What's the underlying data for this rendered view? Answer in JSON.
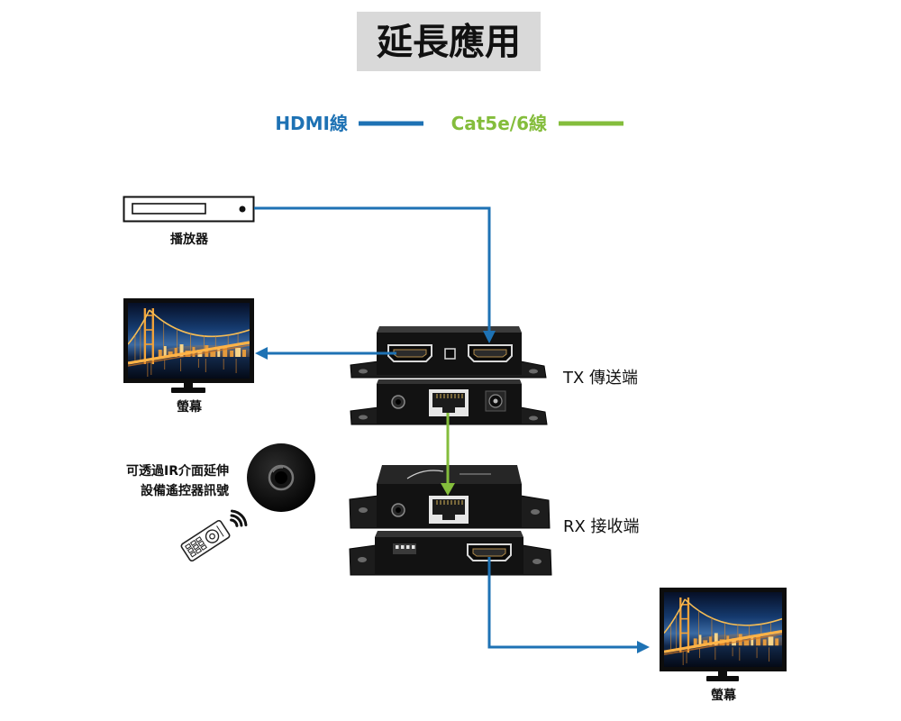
{
  "title": "延長應用",
  "title_box_color": "#d9d9d9",
  "legend": {
    "hdmi": {
      "label": "HDMI線",
      "color": "#1e72b4"
    },
    "cat": {
      "label": "Cat5e/6線",
      "color": "#84bd3c"
    }
  },
  "devices": {
    "player": {
      "label": "播放器",
      "icon": "media-player-icon"
    },
    "monitor_local": {
      "label": "螢幕",
      "icon": "monitor-icon"
    },
    "tx": {
      "label": "TX 傳送端"
    },
    "rx": {
      "label": "RX 接收端"
    },
    "monitor_remote": {
      "label": "螢幕",
      "icon": "monitor-icon"
    }
  },
  "ir_note": {
    "lines": [
      "可透過IR介面延伸",
      "設備遙控器訊號"
    ],
    "port_icon": "ir-jack-icon",
    "remote_icon": "remote-control-icon",
    "signal_icon": "wireless-signal-icon"
  }
}
